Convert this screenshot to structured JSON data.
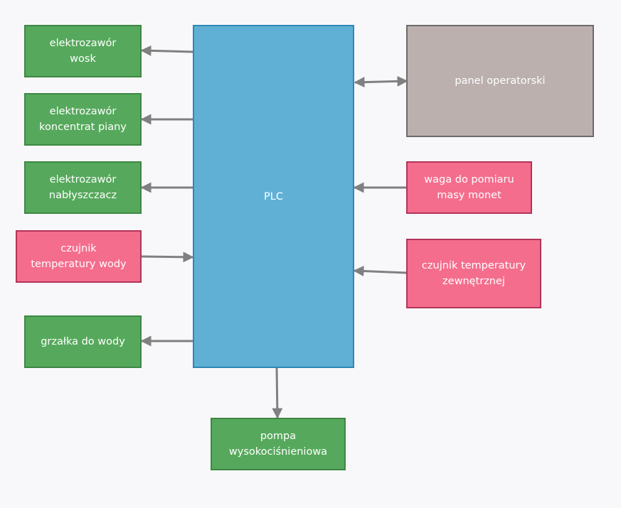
{
  "nodes": {
    "plc": "PLC",
    "panel": "panel operatorski",
    "valve_wax": [
      "elektrozawór",
      "wosk"
    ],
    "valve_foam": [
      "elektrozawór",
      "koncentrat piany"
    ],
    "valve_shine": [
      "elektrozawór",
      "nabłyszczacz"
    ],
    "water_temp_sensor": [
      "czujnik",
      "temperatury wody"
    ],
    "water_heater": "grzałka do wody",
    "coin_scale": [
      "waga do pomiaru",
      "masy monet"
    ],
    "outdoor_temp_sensor": [
      "czujnik temperatury",
      "zewnętrznej"
    ],
    "pump": [
      "pompa",
      "wysokociśnieniowa"
    ]
  },
  "colors": {
    "actuator_fill": "#56a95c",
    "sensor_fill": "#f56d8d",
    "controller_fill": "#60b0d5",
    "panel_fill": "#bbb0ae",
    "connector": "#808080",
    "background": "#f8f8fb"
  }
}
